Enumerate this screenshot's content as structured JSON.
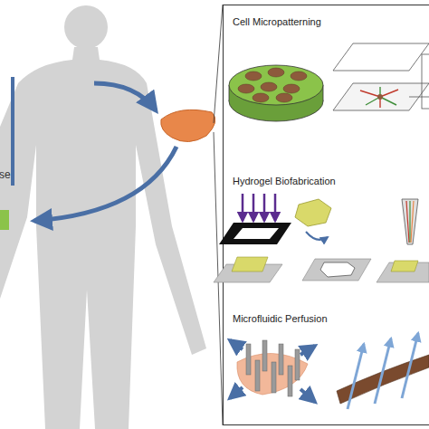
{
  "diagram": {
    "nodes": [
      {
        "text": [
          "Cell Micropatterning"
        ]
      },
      {
        "text": [
          "Hydrogel Biofabrication"
        ]
      },
      {
        "text": [
          "Microfluidic Perfusion"
        ]
      }
    ],
    "labels": [
      "se"
    ]
  }
}
